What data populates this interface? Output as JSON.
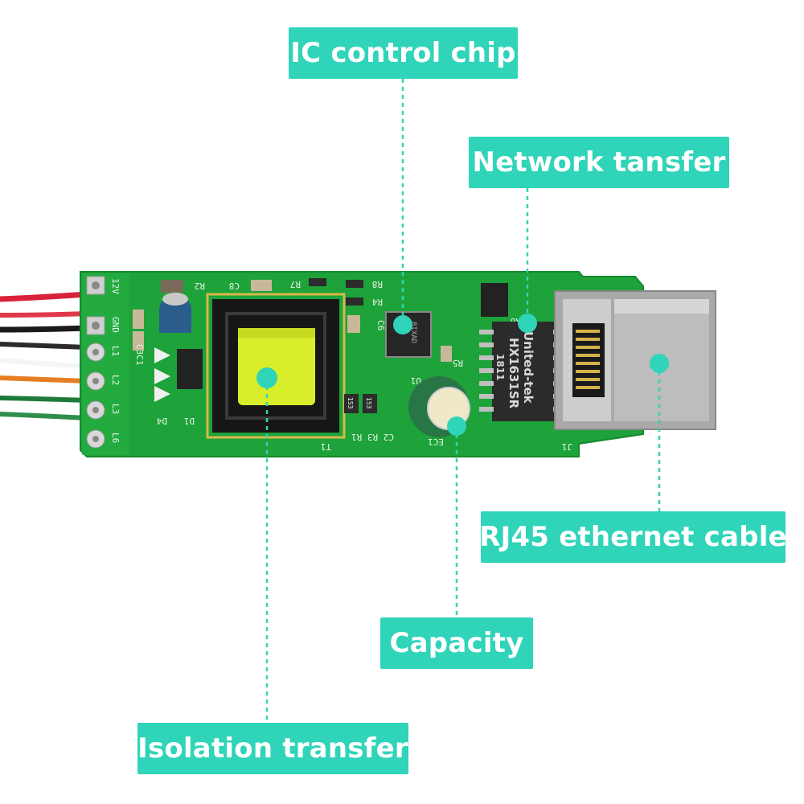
{
  "labels": {
    "ic_control_chip": "IC control chip",
    "network_transfer": "Network tansfer",
    "rj45_cable": "RJ45 ethernet cable",
    "capacity": "Capacity",
    "isolation_transfer": "Isolation transfer"
  },
  "pcb": {
    "pin_labels": [
      "12V",
      "GND",
      "L1",
      "L2",
      "L3",
      "L6"
    ],
    "silkscreen": {
      "r2": "R2",
      "c8": "C8",
      "r7": "R7",
      "r8": "R8",
      "r4": "R4",
      "c6": "C6",
      "c3c1": "C3C1",
      "d4": "D4",
      "d1": "D1",
      "t1": "T1",
      "c2r3r1": "C2 R3 R1",
      "ec1": "EC1",
      "u1": "U1",
      "r5": "R5",
      "r6": "R6",
      "j1": "J1",
      "res_code": "153",
      "ic_mark": "8IXAD"
    },
    "transformer_marking": [
      "United-tek",
      "HX1631SR",
      "1811"
    ]
  },
  "colors": {
    "label_bg": "#2fd4b9",
    "pcb_green": "#1ea23a",
    "marker": "#2fd4b9",
    "leader": "#2fd4b9"
  },
  "icons": {
    "marker": "callout-dot"
  }
}
